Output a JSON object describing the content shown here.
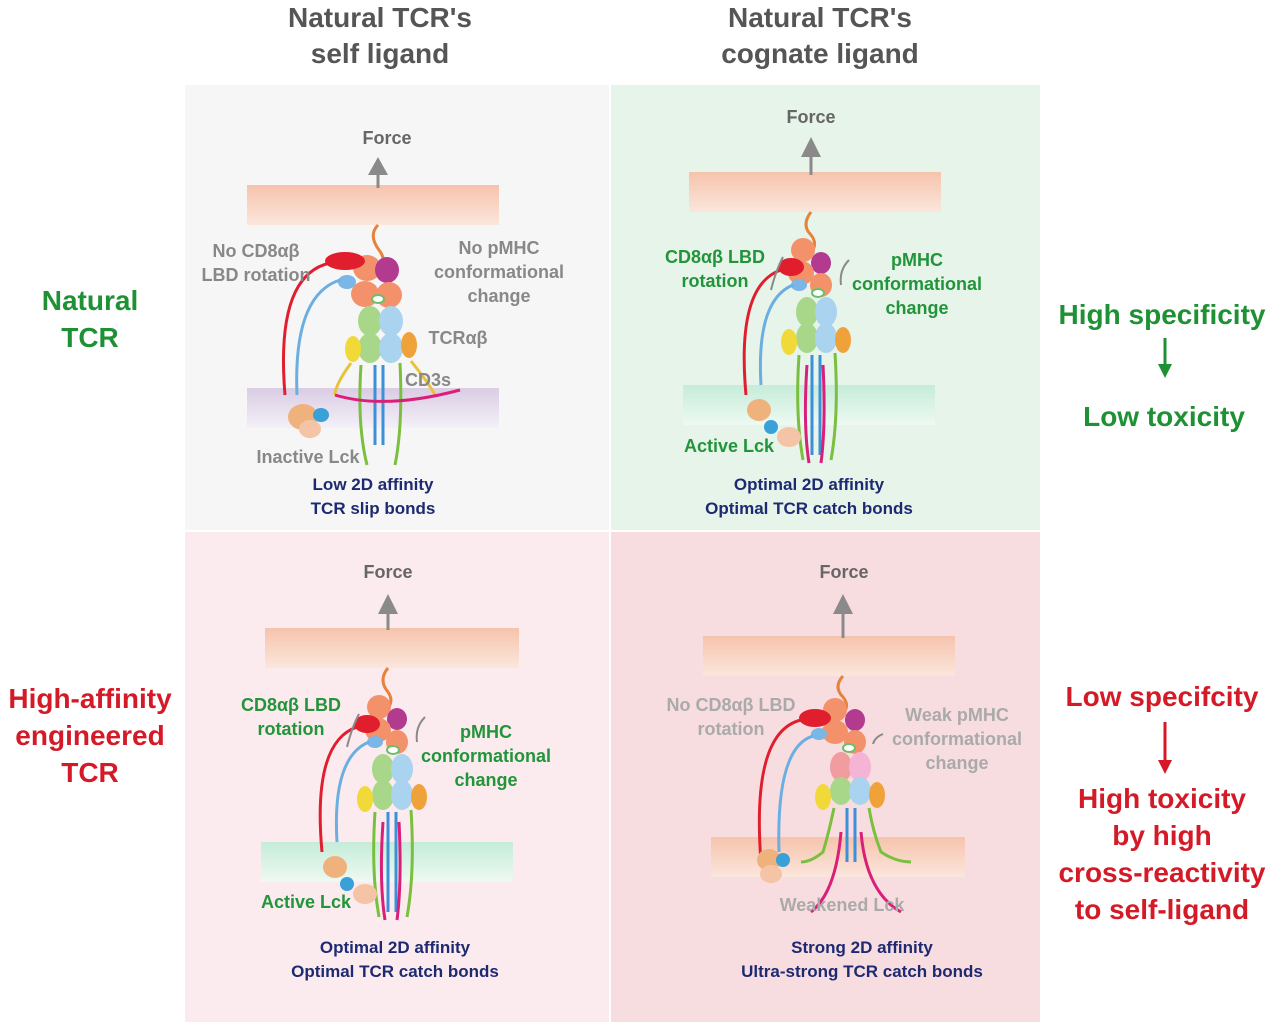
{
  "columns": [
    "Natural TCR's\nself ligand",
    "Natural TCR's\ncognate ligand"
  ],
  "rows": [
    "Natural\nTCR",
    "High-affinity\nengineered\nTCR"
  ],
  "colors": {
    "panel_gray": "#f6f6f6",
    "panel_green": "#e6f4ea",
    "panel_lightred": "#fcebee",
    "panel_red": "#f8dde0",
    "label_green": "#22943a",
    "label_red": "#d51a27",
    "label_navy": "#1d2a72"
  },
  "panels": {
    "tl": {
      "force": "Force",
      "cd8": "No CD8αβ\nLBD rotation",
      "pmhc": "No pMHC\nconformational\nchange",
      "tcr": "TCRαβ",
      "cd3": "CD3s",
      "lck": "Inactive Lck",
      "affinity": "Low 2D affinity\nTCR slip bonds"
    },
    "tr": {
      "force": "Force",
      "cd8": "CD8αβ LBD\nrotation",
      "pmhc": "pMHC\nconformational\nchange",
      "lck": "Active Lck",
      "affinity": "Optimal 2D affinity\nOptimal TCR catch bonds"
    },
    "bl": {
      "force": "Force",
      "cd8": "CD8αβ LBD\nrotation",
      "pmhc": "pMHC\nconformational\nchange",
      "lck": "Active Lck",
      "affinity": "Optimal 2D affinity\nOptimal TCR catch bonds"
    },
    "br": {
      "force": "Force",
      "cd8": "No CD8αβ LBD\nrotation",
      "pmhc": "Weak pMHC\nconformational\nchange",
      "lck": "Weakened Lck",
      "affinity": "Strong 2D affinity\nUltra-strong TCR catch bonds"
    }
  },
  "outcomes": {
    "top": {
      "first": "High specificity",
      "second": "Low toxicity"
    },
    "bottom": {
      "first": "Low specifcity",
      "second": "High toxicity\nby high\ncross-reactivity\nto self-ligand"
    }
  }
}
